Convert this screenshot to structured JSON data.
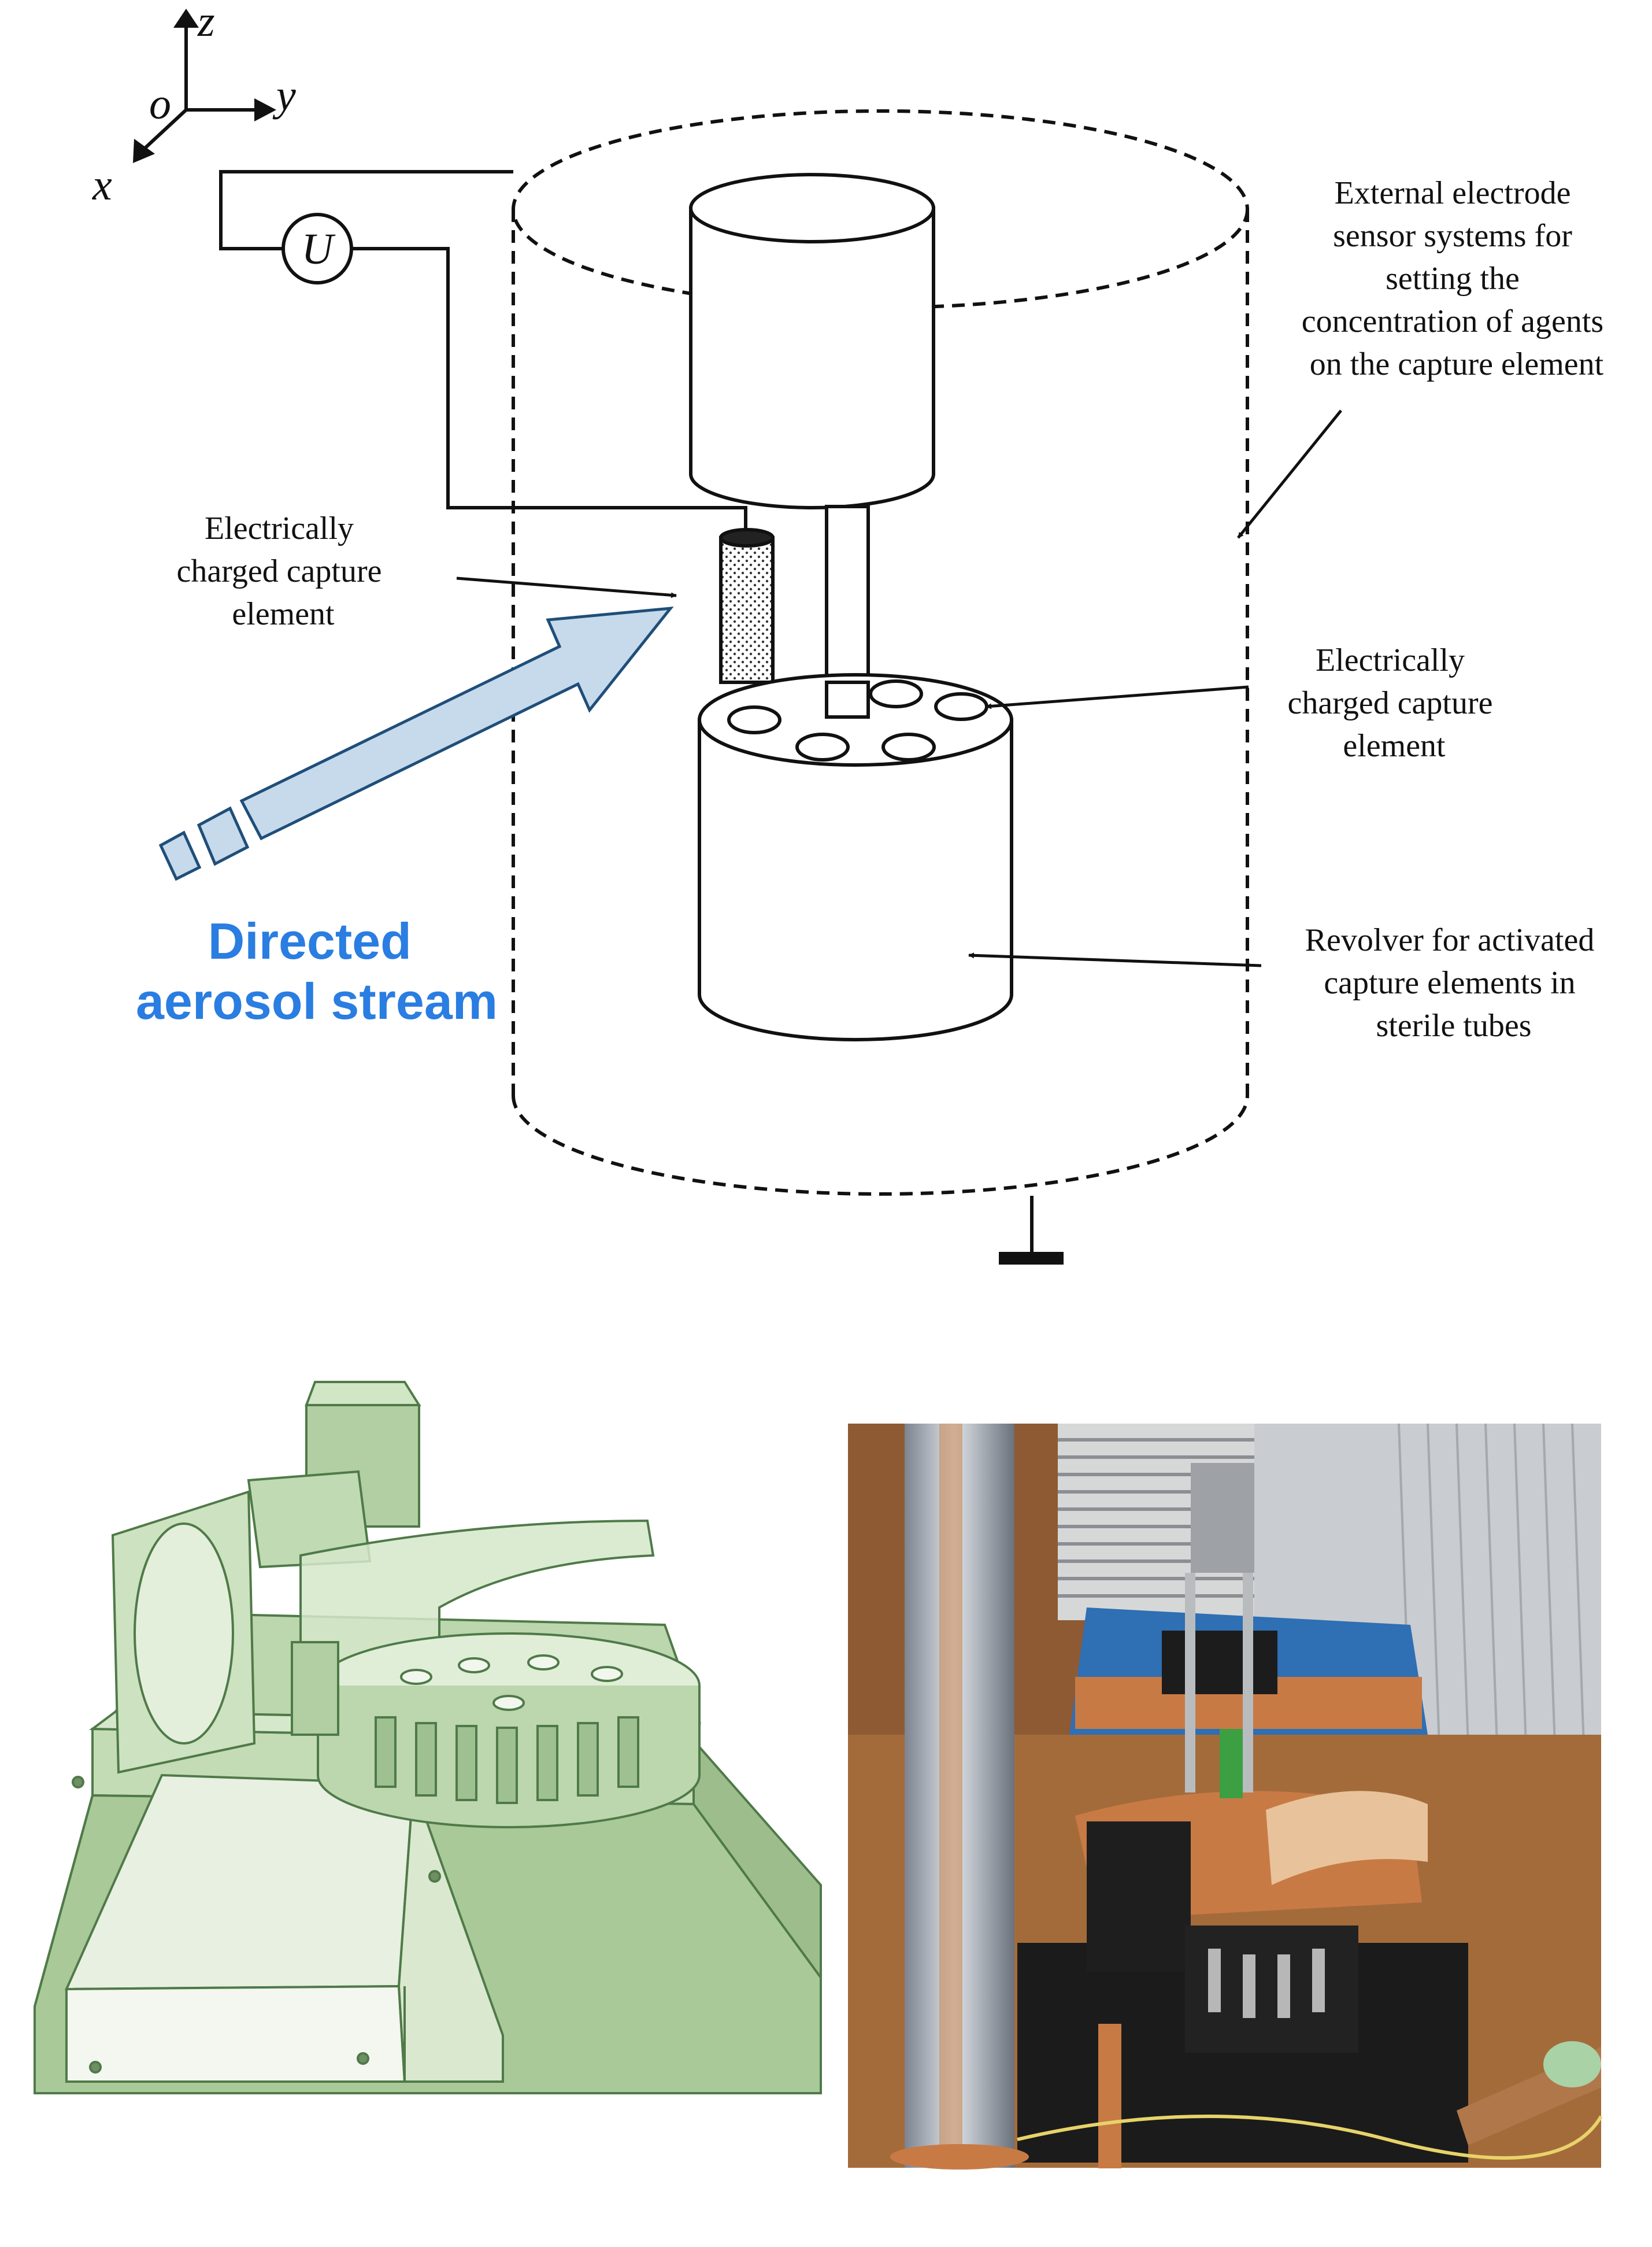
{
  "axes": {
    "z": "z",
    "y": "y",
    "x": "x",
    "origin": "o"
  },
  "voltage": "U",
  "labels": {
    "external_electrode": [
      "External electrode",
      "sensor systems for",
      "setting the",
      "concentration of agents",
      "on the capture element"
    ],
    "capture_left": [
      "Electrically",
      "charged capture",
      "element"
    ],
    "capture_right": [
      "Electrically",
      "charged capture",
      "element"
    ],
    "revolver": [
      "Revolver for activated",
      "capture elements in",
      "sterile tubes"
    ],
    "aerosol": [
      "Directed",
      "aerosol stream"
    ]
  },
  "colors": {
    "arrow_fill": "#c6daeb",
    "arrow_stroke": "#1f4e79",
    "aerosol_text": "#2a7de1",
    "cad_fill": "#b7d3a8",
    "cad_stroke": "#4f7a48",
    "photo_wood": "#9a5a2a",
    "copper": "#c87a45"
  }
}
